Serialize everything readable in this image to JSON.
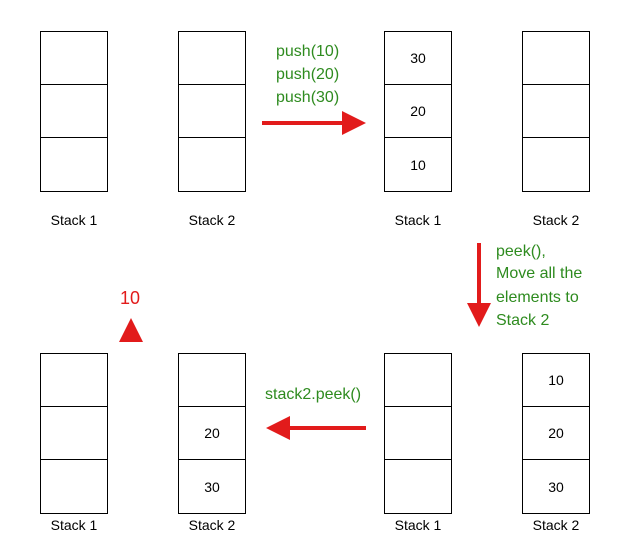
{
  "colors": {
    "operation_text": "#2e8b1f",
    "arrow": "#e21b1b",
    "result_text": "#e21b1b",
    "box_border": "#000000"
  },
  "panels": {
    "top_left": {
      "stack1": {
        "label": "Stack  1",
        "cells": [
          "",
          "",
          ""
        ]
      },
      "stack2": {
        "label": "Stack 2",
        "cells": [
          "",
          "",
          ""
        ]
      }
    },
    "top_right": {
      "stack1": {
        "label": "Stack  1",
        "cells": [
          "30",
          "20",
          "10"
        ]
      },
      "stack2": {
        "label": "Stack 2",
        "cells": [
          "",
          "",
          ""
        ]
      }
    },
    "bottom_right": {
      "stack1": {
        "label": "Stack  1",
        "cells": [
          "",
          "",
          ""
        ]
      },
      "stack2": {
        "label": "Stack 2",
        "cells": [
          "10",
          "20",
          "30"
        ]
      }
    },
    "bottom_left": {
      "stack1": {
        "label": "Stack  1",
        "cells": [
          "",
          "",
          ""
        ]
      },
      "stack2": {
        "label": "Stack 2",
        "cells": [
          "",
          "20",
          "30"
        ]
      }
    }
  },
  "operations": {
    "push_ops": [
      "push(10)",
      "push(20)",
      "push(30)"
    ],
    "peek_ops": [
      "peek(),",
      "Move all the",
      "elements to",
      "Stack 2"
    ],
    "stack2_peek": "stack2.peek()",
    "result": "10"
  }
}
